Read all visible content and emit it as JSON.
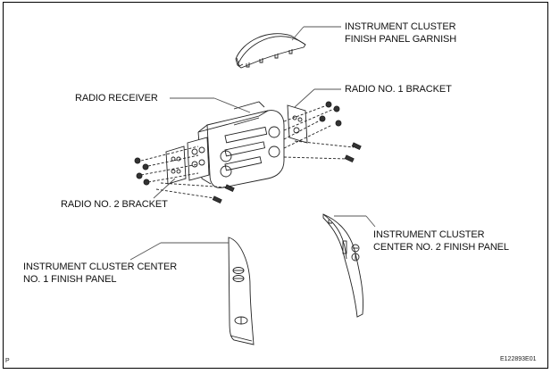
{
  "diagram": {
    "type": "exploded-parts-illustration",
    "parts": [
      {
        "id": "garnish",
        "label_lines": [
          "INSTRUMENT CLUSTER",
          "FINISH PANEL GARNISH"
        ]
      },
      {
        "id": "radio-no1-bracket",
        "label_lines": [
          "RADIO NO. 1 BRACKET"
        ]
      },
      {
        "id": "radio-receiver",
        "label_lines": [
          "RADIO RECEIVER"
        ]
      },
      {
        "id": "radio-no2-bracket",
        "label_lines": [
          "RADIO NO. 2 BRACKET"
        ]
      },
      {
        "id": "center-no2-panel",
        "label_lines": [
          "INSTRUMENT CLUSTER",
          "CENTER NO. 2 FINISH PANEL"
        ]
      },
      {
        "id": "center-no1-panel",
        "label_lines": [
          "INSTRUMENT CLUSTER CENTER",
          "NO. 1 FINISH PANEL"
        ]
      }
    ],
    "corner_marker": "P",
    "figure_id": "E122893E01"
  }
}
